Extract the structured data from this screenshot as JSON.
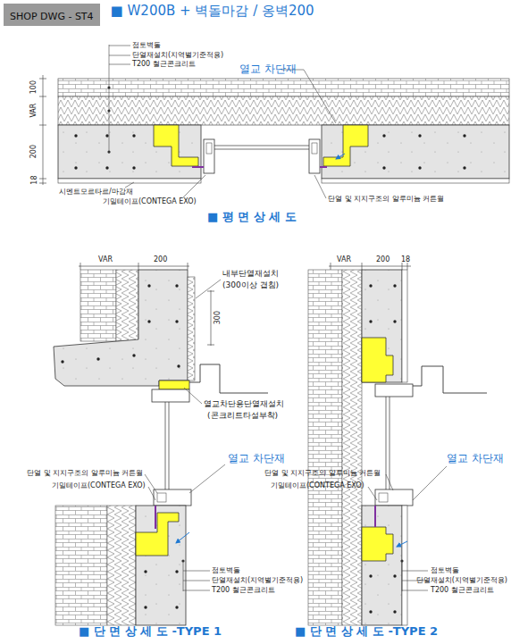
{
  "diagram": {
    "title": "■ W200B + 벽돌마감 / 옹벽200",
    "nodes": [
      {
        "text": [
          "SHOP DWG - ST4"
        ]
      }
    ],
    "labels": [
      "점토벽돌",
      "단열재설치(지역별기준적용)",
      "T200 철근콘크리트",
      "열교 차단재",
      "100",
      "VAR",
      "200",
      "18",
      "시멘트모르타르/마감재",
      "기밀테이프(CONTEGA EXO)",
      "단열 및 지지구조의 알루미늄 커튼월",
      "■ 평 면 상 세 도",
      "VAR",
      "200",
      "내부단열재설치",
      "(300이상 겹침)",
      "300",
      "열교차단용단열재설치",
      "(콘크리트타설부착)",
      "열교 차단재",
      "단열 및 지지구조의 알루미늄 커튼월",
      "기밀테이프(CONTEGA EXO)",
      "점토벽돌",
      "단열재설치(지역별기준적용)",
      "T200 철근콘크리트",
      "■ 단 면 상 세 도 -TYPE 1",
      "VAR",
      "200",
      "18",
      "열교 차단재",
      "단열 및 지지구조의 알루미늄 커튼월",
      "기밀테이프(CONTEGA EXO)",
      "점토벽돌",
      "단열재설치(지역별기준적용)",
      "T200 철근콘크리트",
      "■ 단 면 상 세 도 -TYPE 2"
    ]
  }
}
